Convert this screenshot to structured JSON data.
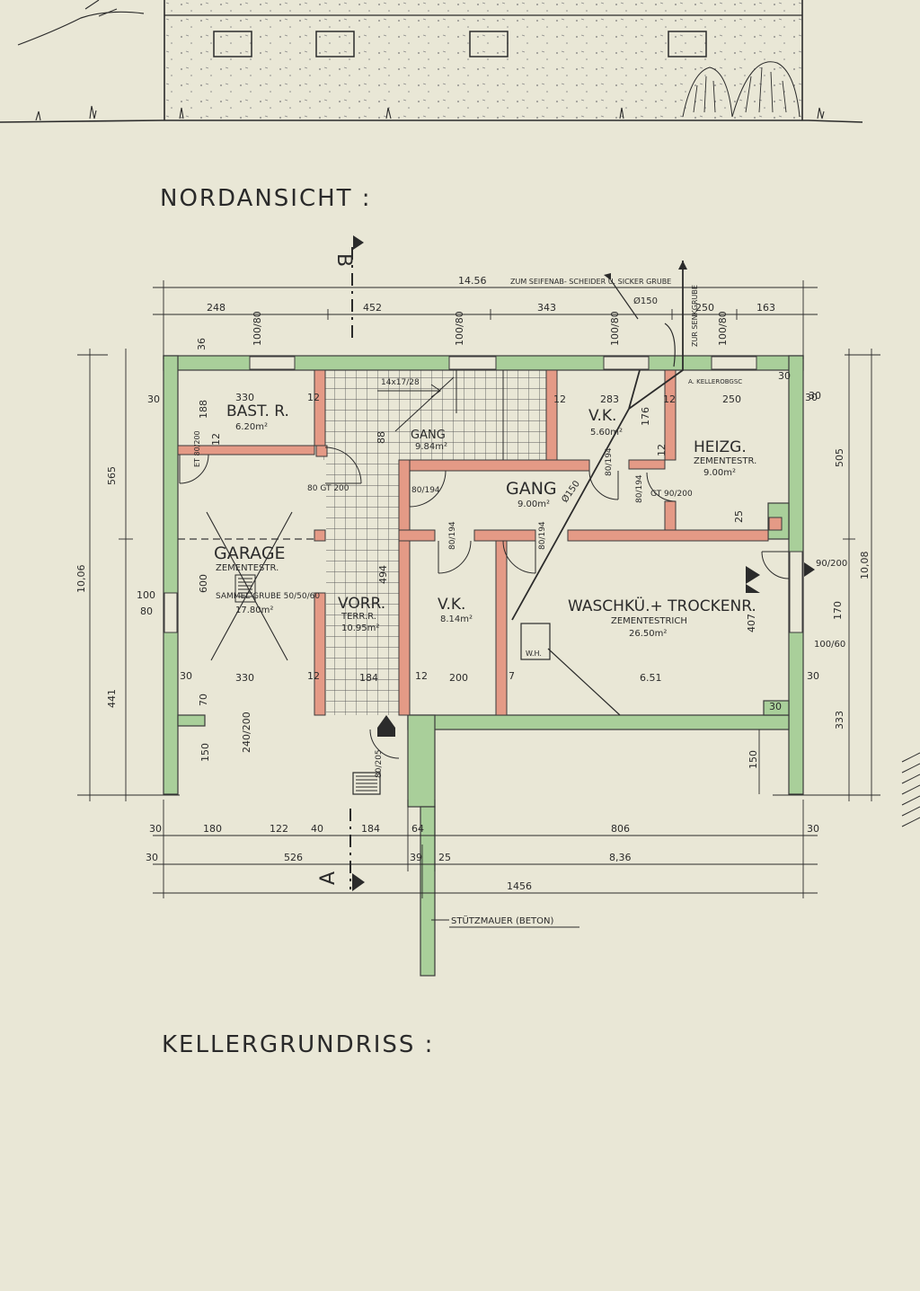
{
  "titles": {
    "elevation": "NORDANSICHT :",
    "plan": "KELLERGRUNDRISS :"
  },
  "section_markers": {
    "top": "B",
    "bottom": "A"
  },
  "colors": {
    "paper": "#e9e7d6",
    "outer_wall": "#a9cf9a",
    "inner_wall": "#e49a86",
    "ink": "#2b2b2b",
    "tile_grid": "#5a5a5a"
  },
  "rooms": {
    "bast": {
      "name": "BAST. R.",
      "area": "6.20m²"
    },
    "gang_stair": {
      "name": "GANG",
      "area": "9.84m²"
    },
    "vk_top": {
      "name": "V.K.",
      "area": "5.60m²"
    },
    "heizg": {
      "name": "HEIZG.",
      "floor": "ZEMENTESTR.",
      "area": "9.00m²"
    },
    "gang": {
      "name": "GANG",
      "area": "9.00m²"
    },
    "garage": {
      "name": "GARAGE",
      "floor": "ZEMENTESTR.",
      "pit": "SAMMEL GRUBE 50/50/60",
      "area": "17.80m²"
    },
    "vorr": {
      "name": "VORR.",
      "floor": "TERR.R.",
      "area": "10.95m²"
    },
    "vk_mid": {
      "name": "V.K.",
      "area": "8.14m²"
    },
    "wasch": {
      "name": "WASCHKÜ.+ TROCKENR.",
      "floor": "ZEMENTESTRICH",
      "area": "26.50m²"
    },
    "wh": "W.H."
  },
  "annotations": {
    "drain": "ZUM SEIFENAB- SCHEIDER U. SICKER GRUBE",
    "septic": "ZUR SENKGRUBE",
    "phi150a": "Ø150",
    "phi150b": "Ø150",
    "kellerobgsc": "A. KELLEROBGSC",
    "stairs": "14x17/28",
    "wall": "STÜTZMAUER (BETON)"
  },
  "dims_top": {
    "total": "14.56",
    "d248": "248",
    "d452": "452",
    "d343": "343",
    "d250": "250",
    "d163": "163",
    "w1": "100/80",
    "w2": "100/80",
    "w3": "100/80",
    "w4": "100/80",
    "d36": "36",
    "d330": "330",
    "d12a": "12",
    "d12b": "12",
    "d283": "283",
    "d12c": "12",
    "d250b": "250",
    "d30a": "30",
    "d30b": "30",
    "d30c": "30"
  },
  "dims_inner": {
    "d188": "188",
    "d176": "176",
    "d12d": "12",
    "d12e": "12",
    "et80": "ET 80/200",
    "d80a": "80 GT 200",
    "d80b": "80/194",
    "d88": "88",
    "d80c": "80/194",
    "d80d": "80/194",
    "d80e": "80/194",
    "d80f": "80/194",
    "gt90": "GT 90/200",
    "d25": "25",
    "d600": "600",
    "d494": "494",
    "d407": "407",
    "d100a": "100",
    "d80g": "80",
    "d30d": "30",
    "d330b": "330",
    "d12f": "12",
    "d184": "184",
    "d12g": "12",
    "d200": "200",
    "d7": "7",
    "d651": "6.51",
    "d30e": "30",
    "d70": "70",
    "d240": "240/200",
    "d80h": "80/205",
    "d150a": "150",
    "d150b": "150",
    "d30f": "30",
    "d90": "90/200",
    "d170": "170",
    "d100b": "100/60",
    "d30g": "30"
  },
  "dims_left": {
    "d565": "565",
    "d1006": "10,06",
    "d441": "441"
  },
  "dims_right": {
    "d505": "505",
    "d1008": "10,08",
    "d333": "333"
  },
  "dims_bottom": {
    "r1": [
      "30",
      "180",
      "122",
      "40",
      "184",
      "64",
      "806",
      "30"
    ],
    "r2": [
      "30",
      "526",
      "39",
      "25",
      "8,36"
    ],
    "total": "1456"
  }
}
